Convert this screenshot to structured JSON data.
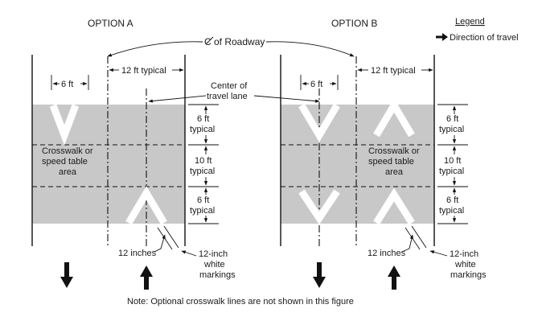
{
  "title_a": "OPTION A",
  "title_b": "OPTION B",
  "legend": {
    "title": "Legend",
    "item": "Direction of travel"
  },
  "roadway_cl": "of Roadway",
  "cl_symbol": "C",
  "dim_12ft": "12 ft typical",
  "dim_6ft": "6 ft",
  "center_lane": {
    "line1": "Center of",
    "line2": "travel lane"
  },
  "right_dims": {
    "d1": {
      "line1": "6 ft",
      "line2": "typical"
    },
    "d2": {
      "line1": "10 ft",
      "line2": "typical"
    },
    "d3": {
      "line1": "6 ft",
      "line2": "typical"
    }
  },
  "area_label": {
    "line1": "Crosswalk or",
    "line2": "speed table",
    "line3": "area"
  },
  "twelve_inches": "12 inches",
  "markings": {
    "line1": "12-inch",
    "line2": "white",
    "line3": "markings"
  },
  "note": "Note: Optional crosswalk lines are not shown in this figure",
  "colors": {
    "road": "#c8c8c8",
    "marking": "#ffffff",
    "line": "#111111"
  }
}
